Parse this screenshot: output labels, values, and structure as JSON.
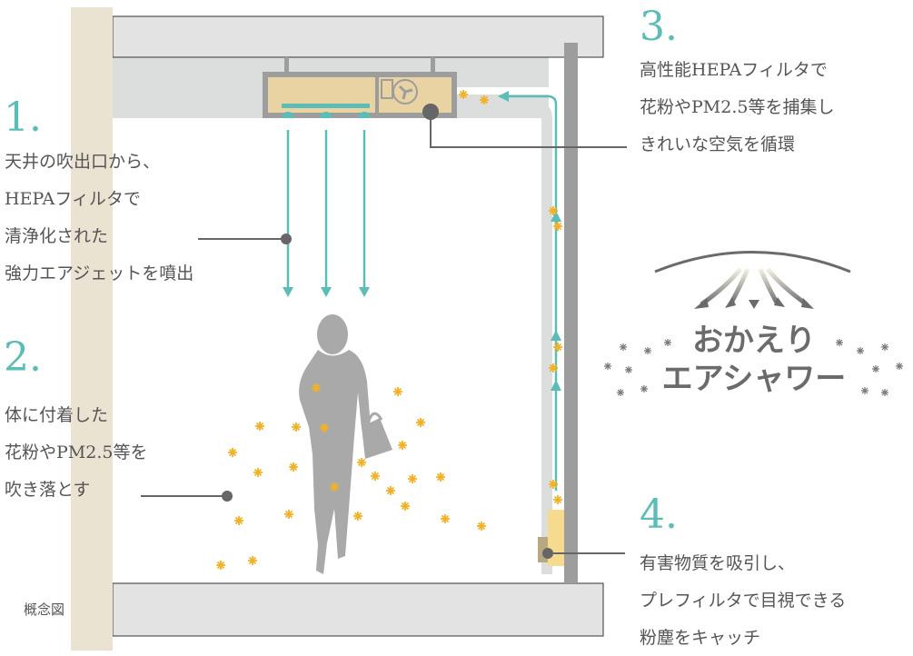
{
  "caption": "概念図",
  "steps": [
    {
      "number": "1.",
      "lines": [
        "天井の吹出口から、",
        "HEPAフィルタで",
        "清浄化された",
        "強力エアジェットを噴出"
      ]
    },
    {
      "number": "2.",
      "lines": [
        "体に付着した",
        "花粉やPM2.5等を",
        "吹き落とす"
      ]
    },
    {
      "number": "3.",
      "lines": [
        "高性能HEPAフィルタで",
        "花粉やPM2.5等を捕集し",
        "きれいな空気を循環"
      ]
    },
    {
      "number": "4.",
      "lines": [
        "有害物質を吸引し、",
        "プレフィルタで目視できる",
        "粉塵をキャッチ"
      ]
    }
  ],
  "badge": {
    "line1": "おかえり",
    "line2": "エアシャワー"
  },
  "colors": {
    "teal": "#5bbdb5",
    "pollen": "#f2b127",
    "beige": "#e9d3a3",
    "gray": "#9d9d9d"
  }
}
